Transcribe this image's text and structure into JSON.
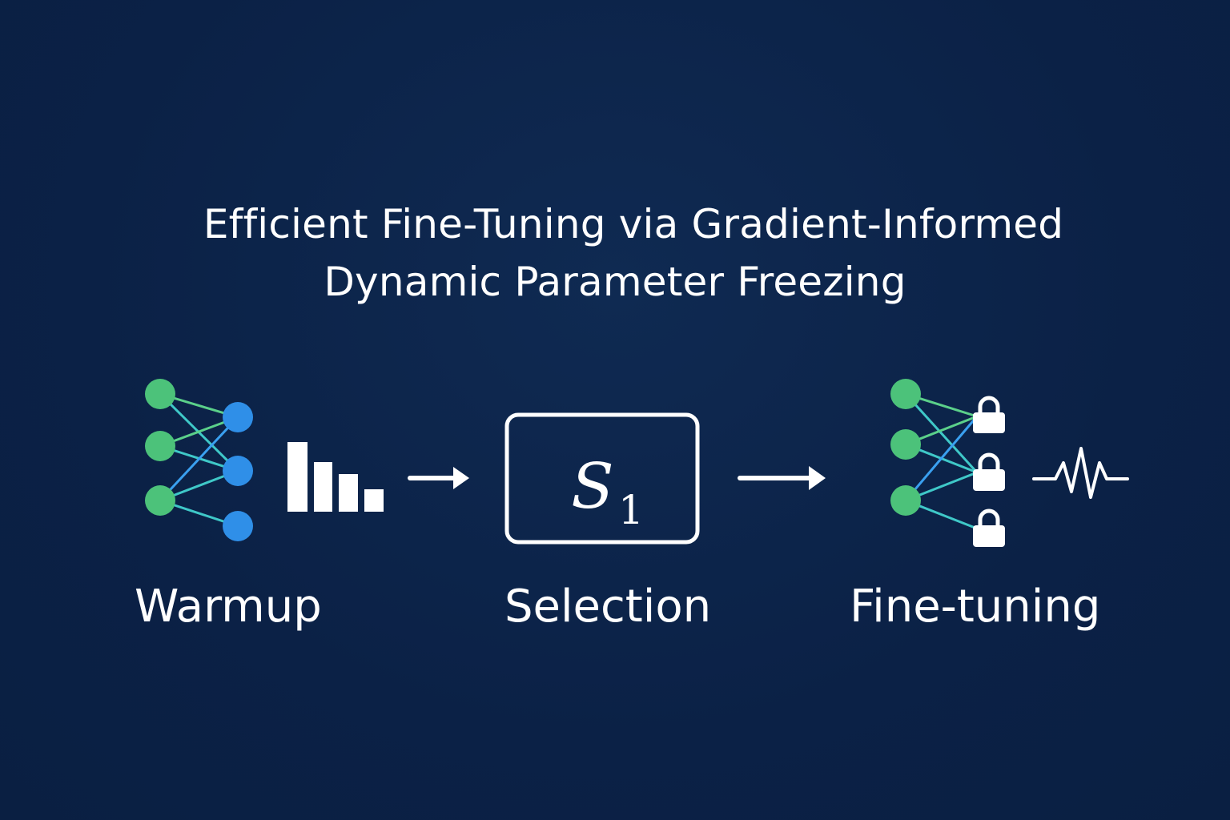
{
  "title": {
    "line1": "Efficient Fine-Tuning via Gradient-Informed",
    "line2": "Dynamic Parameter Freezing"
  },
  "stages": {
    "warmup": {
      "label": "Warmup",
      "icons": [
        "neural-network-icon",
        "bar-chart-icon"
      ]
    },
    "selection": {
      "label": "Selection",
      "symbol": "S",
      "subscript": "1"
    },
    "finetune": {
      "label": "Fine-tuning",
      "icons": [
        "neural-network-icon",
        "lock-icon",
        "waveform-icon"
      ]
    }
  },
  "colors": {
    "background": "#0b2146",
    "node_green": "#4cc27a",
    "node_blue": "#2f8fe8",
    "edge_green": "#5bd08a",
    "edge_teal": "#3fc8c8",
    "edge_blue": "#3aa0f0",
    "foreground": "#ffffff"
  }
}
